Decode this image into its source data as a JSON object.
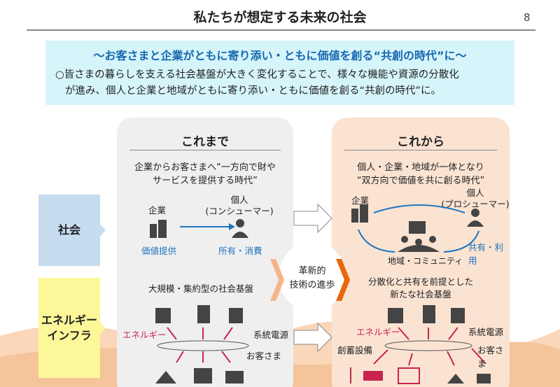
{
  "page": {
    "title": "私たちが想定する未来の社会",
    "page_number": "8"
  },
  "lead": {
    "heading": "～お客さまと企業がともに寄り添い・ともに価値を創る“共創の時代”に～",
    "body_line1": "○皆さまの暮らしを支える社会基盤が大きく変化することで、様々な機能や資源の分散化",
    "body_line2": "が進み、個人と企業と地域がともに寄り添い・ともに価値を創る“共創の時代”に。"
  },
  "rows": {
    "society": "社会",
    "energy_line1": "エネルギー",
    "energy_line2": "インフラ"
  },
  "past": {
    "title": "これまで",
    "desc_line1": "企業からお客さまへ“一方向で財や",
    "desc_line2": "サービスを提供する時代”",
    "company": "企業",
    "individual": "個人",
    "consumer": "(コンシューマー)",
    "value_provision": "価値提供",
    "ownership": "所有・消費",
    "infra_title": "大規模・集約型の社会基盤",
    "energy": "エネルギー",
    "grid": "系統電源",
    "customers": "お客さま"
  },
  "middle": {
    "line1": "革新的",
    "line2": "技術の進歩"
  },
  "future": {
    "title": "これから",
    "desc_line1": "個人・企業・地域が一体となり",
    "desc_line2": "“双方向で価値を共に創る時代”",
    "company": "企業",
    "individual": "個人",
    "prosumer": "(プロシューマー)",
    "community": "地域・コミュニティ",
    "share_use": "共有・利用",
    "infra_line1": "分散化と共有を前提とした",
    "infra_line2": "新たな社会基盤",
    "energy": "エネルギー",
    "grid": "系統電源",
    "storage": "創蓄設備",
    "customers": "お客さま"
  },
  "colors": {
    "blue": "#1c74bf",
    "red": "#c8244f",
    "orange": "#e8670e",
    "cyan_bg": "#d6f5fa"
  }
}
